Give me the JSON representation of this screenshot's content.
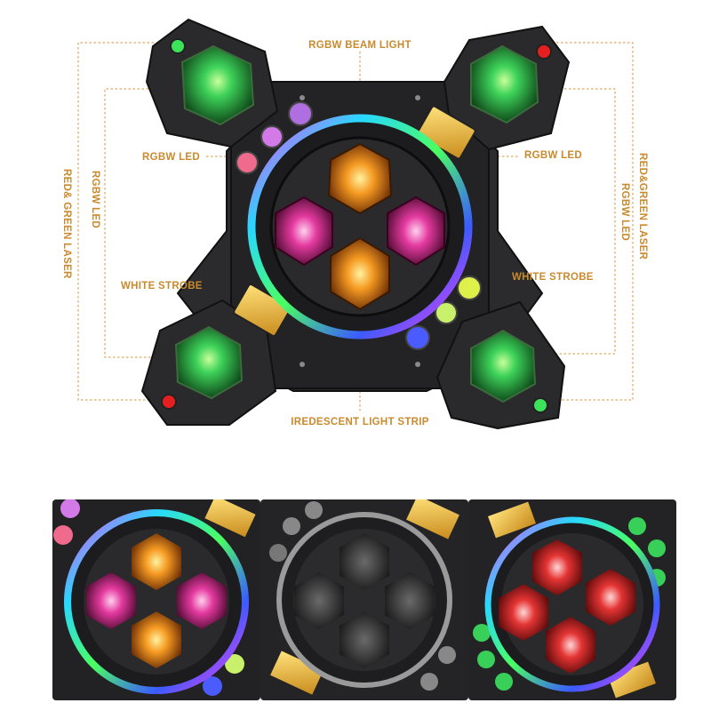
{
  "labels": {
    "rgbw_beam_light": "RGBW BEAM LIGHT",
    "rgbw_led_left": "RGBW LED",
    "rgbw_led_right": "RGBW LED",
    "rgbw_led_vert_left": "RGBW LED",
    "rgbw_led_vert_right": "RGBW LED",
    "laser_left": "RED& GREEN LASER",
    "laser_right": "RED&GREEN LASER",
    "white_strobe_left": "WHITE STROBE",
    "white_strobe_right": "WHITE STROBE",
    "iridescent_strip": "IREDESCENT LIGHT STRIP"
  },
  "colors": {
    "label": "#c98a2e",
    "guide": "#d4913a",
    "laser_green": "#38e05a",
    "laser_red": "#e51f1f",
    "beam_orange": "#f08a1c",
    "beam_pink": "#e2359a",
    "strobe_yellow": "#e9c23a",
    "body": "#2b2b2d"
  },
  "thumbnails": [
    {
      "name": "multicolor-view"
    },
    {
      "name": "off-view"
    },
    {
      "name": "red-view"
    }
  ]
}
